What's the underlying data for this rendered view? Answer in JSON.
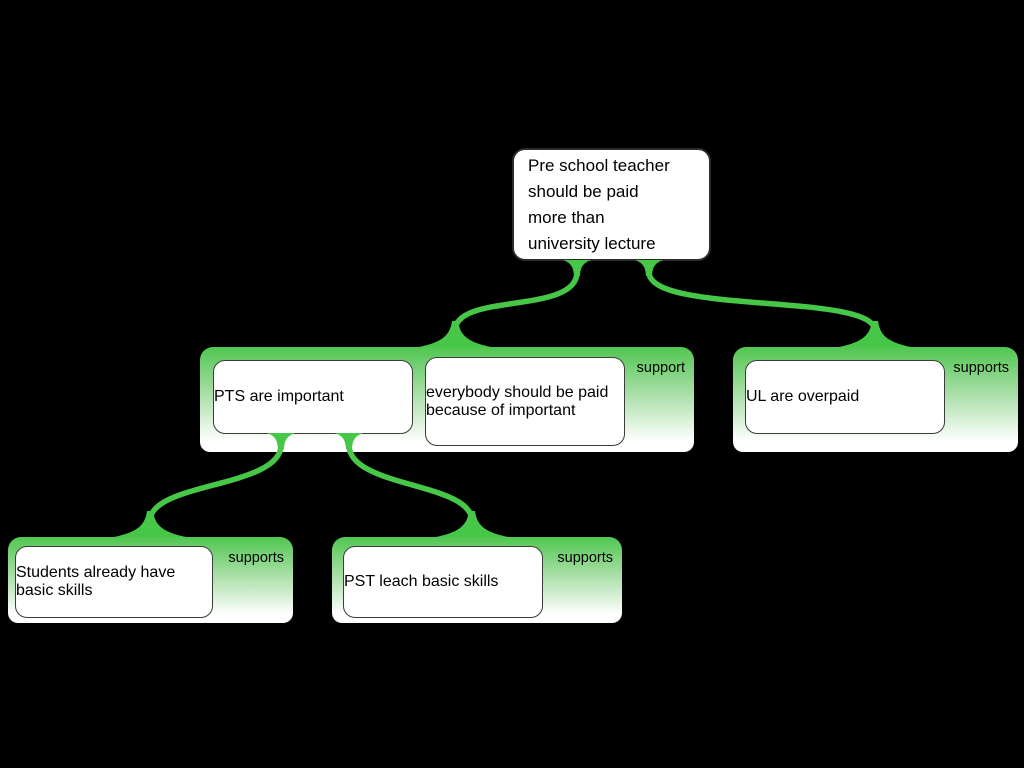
{
  "diagram": {
    "root_node": {
      "text": "Pre school teacher\nshould be paid\nmore than\nuniversity lecture"
    },
    "groups": [
      {
        "id": "support-group-pts",
        "label": "support",
        "nodes": [
          {
            "text": "PTS are important"
          },
          {
            "text": "everybody should\nbe paid because of\nimportant"
          }
        ]
      },
      {
        "id": "supports-group-ul",
        "label": "supports",
        "nodes": [
          {
            "text": "UL are overpaid"
          }
        ]
      },
      {
        "id": "supports-group-students",
        "label": "supports",
        "nodes": [
          {
            "text": "Students already\nhave basic skills"
          }
        ]
      },
      {
        "id": "supports-group-pst",
        "label": "supports",
        "nodes": [
          {
            "text": "PST leach basic\nskills"
          }
        ]
      }
    ],
    "colors": {
      "background": "#000000",
      "connector_green": "#46c748",
      "group_gradient_top": "#50c650",
      "group_gradient_bottom": "#ffffff",
      "node_background": "#ffffff",
      "node_border": "#3c3c3c",
      "text": "#000000"
    }
  }
}
